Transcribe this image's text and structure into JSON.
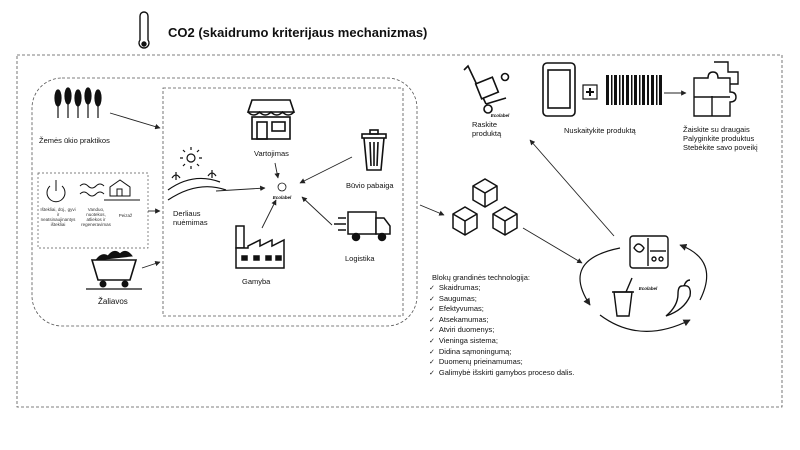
{
  "title": "CO2 (skaidrumo kriterijaus mechanizmas)",
  "labels": {
    "farming": "Žemės ūkio praktikos",
    "resources": "Ištekliai, dūj., gyvi ir neatsinaujinantys ištekliai",
    "water": "Vanduo, nuotekos, atliekos ir regeneravimas",
    "landscape": "Peizaž",
    "raw": "Žaliavos",
    "harvest": "Derliaus nuėmimas",
    "consumption": "Vartojimas",
    "endoflife": "Būvio pabaiga",
    "logistics": "Logistika",
    "production": "Gamyba",
    "find": "Raskite produktą",
    "scan": "Nuskaitykite produktą",
    "play": "Žaiskite su draugais",
    "compare": "Palyginkite produktus",
    "track": "Stebėkite savo poveikį",
    "ecolabel": "Ecolabel"
  },
  "blockchain": {
    "heading": "Blokų grandinės technologija:",
    "items": [
      "Skaidrumas;",
      "Saugumas;",
      "Efektyvumas;",
      "Atsekamumas;",
      "Atviri duomenys;",
      "Vieninga sistema;",
      "Didina sąmoningumą;",
      "Duomenų prieinamumas;",
      "Galimybė išskirti gamybos proceso dalis."
    ]
  },
  "icons": [
    "thermometer-icon",
    "wheat-icon",
    "power-icon",
    "wave-icon",
    "house-icon",
    "mine-cart-icon",
    "field-sun-icon",
    "shop-icon",
    "trash-can-icon",
    "truck-icon",
    "factory-icon",
    "hand-truck-icon",
    "phone-icon",
    "barcode-icon",
    "puzzle-icon",
    "cubes-icon",
    "food-tray-icon",
    "drink-cup-icon",
    "pepper-icon"
  ]
}
